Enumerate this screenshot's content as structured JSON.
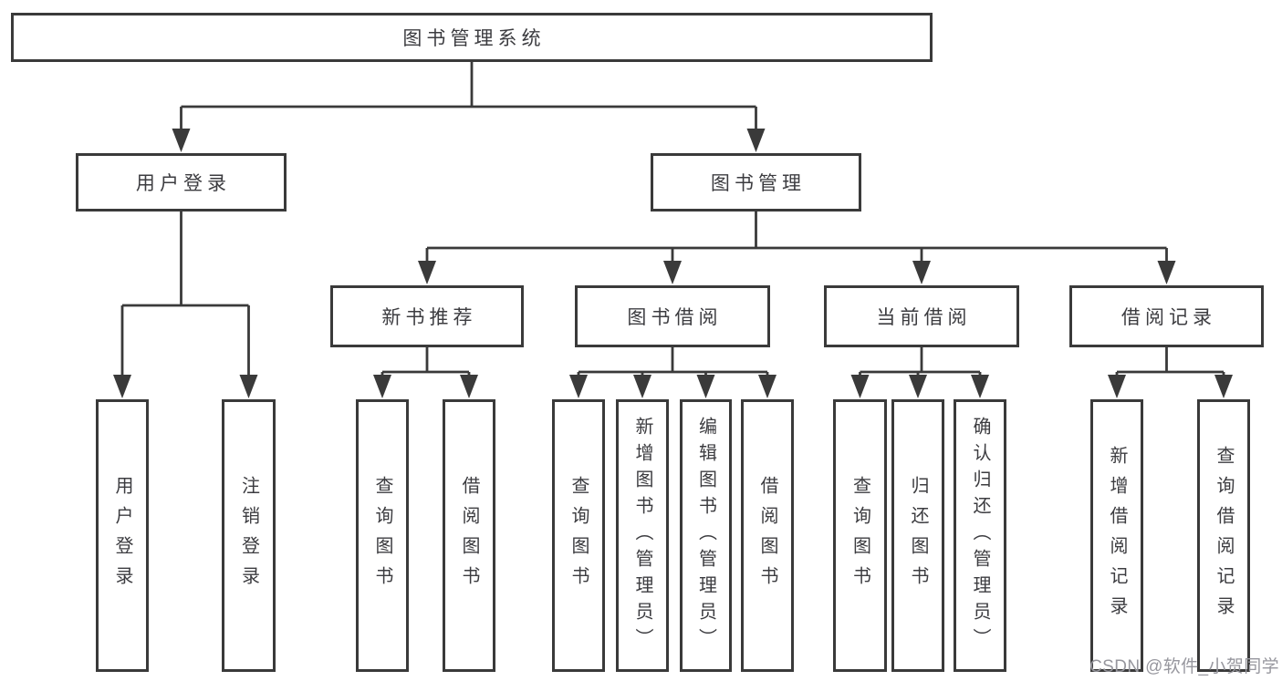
{
  "nodes": {
    "root": "图书管理系统",
    "userLogin": "用户登录",
    "bookManagement": "图书管理",
    "newBookRecommend": "新书推荐",
    "bookBorrowing": "图书借阅",
    "currentBorrowing": "当前借阅",
    "borrowingRecords": "借阅记录",
    "leaves": {
      "userLogin": "用户登录",
      "logout": "注销登录",
      "queryBooksRec": "查询图书",
      "borrowBooksRec": "借阅图书",
      "queryBooksBorrow": "查询图书",
      "addBooksAdmin": "新增图书（管理员）",
      "editBooksAdmin": "编辑图书（管理员）",
      "borrowBooks": "借阅图书",
      "queryBooksCurrent": "查询图书",
      "returnBooks": "归还图书",
      "confirmReturnAdmin": "确认归还（管理员）",
      "addBorrowRecord": "新增借阅记录",
      "queryBorrowRecord": "查询借阅记录"
    }
  },
  "watermark": "CSDN @软件_小贺同学"
}
